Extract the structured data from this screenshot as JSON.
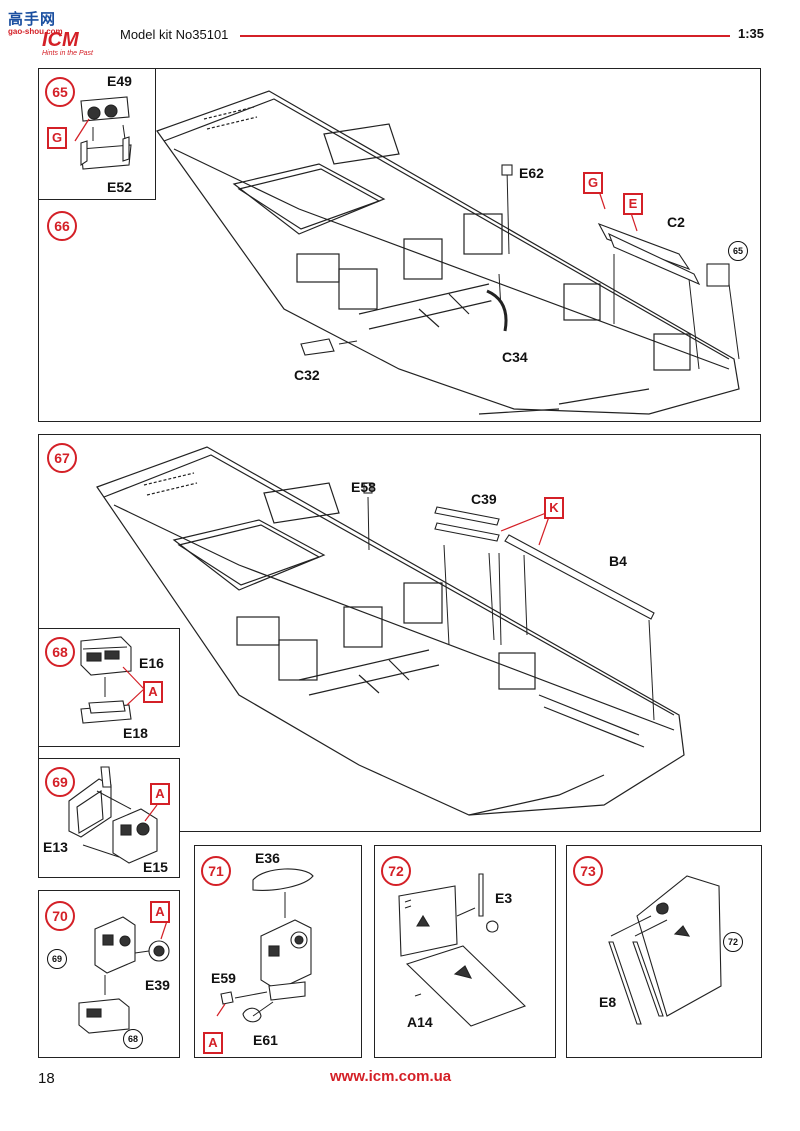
{
  "header": {
    "site_text_top": "高手网",
    "site_text_url": "gao-shou.com",
    "logo_text": "ICM",
    "logo_slogan": "Hints in the Past",
    "title": "Model kit No35101",
    "scale": "1:35"
  },
  "footer": {
    "page_number": "18",
    "url": "www.icm.com.ua"
  },
  "steps": {
    "s65": {
      "number": "65",
      "parts": [
        "E49",
        "E52"
      ],
      "markers": [
        "G"
      ]
    },
    "s66": {
      "number": "66",
      "parts": [
        "E62",
        "C2",
        "C34",
        "C32"
      ],
      "markers": [
        "G",
        "E"
      ],
      "ref": "65"
    },
    "s67": {
      "number": "67",
      "parts": [
        "E58",
        "C39",
        "B4"
      ],
      "markers": [
        "K"
      ]
    },
    "s68": {
      "number": "68",
      "parts": [
        "E16",
        "E18"
      ],
      "markers": [
        "A"
      ]
    },
    "s69": {
      "number": "69",
      "parts": [
        "E13",
        "E15"
      ],
      "markers": [
        "A"
      ]
    },
    "s70": {
      "number": "70",
      "parts": [
        "E39"
      ],
      "markers": [
        "A"
      ],
      "refs": [
        "69",
        "68"
      ]
    },
    "s71": {
      "number": "71",
      "parts": [
        "E36",
        "E59",
        "E61"
      ],
      "markers": [
        "A"
      ]
    },
    "s72": {
      "number": "72",
      "parts": [
        "E3",
        "A14"
      ]
    },
    "s73": {
      "number": "73",
      "parts": [
        "E8"
      ],
      "ref": "72"
    }
  },
  "colors": {
    "accent_red": "#d42027",
    "line": "#222222"
  }
}
